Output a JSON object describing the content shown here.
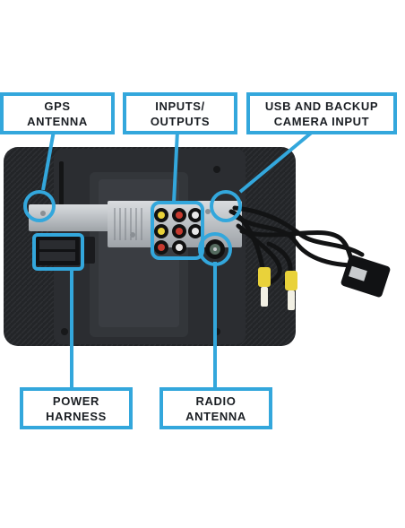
{
  "callouts": {
    "gps": "GPS\nANTENNA",
    "io": "INPUTS/\nOUTPUTS",
    "usb": "USB AND BACKUP\nCAMERA INPUT",
    "power": "POWER\nHARNESS",
    "radio": "RADIO\nANTENNA"
  },
  "colors": {
    "callout_border": "#33a7dc",
    "chassis": "#1d1f22",
    "screen_back": "#2a2c2f",
    "rca_yellow": "#e9d23a",
    "rca_red": "#c73a2f",
    "rca_white": "#e8e8e8"
  }
}
